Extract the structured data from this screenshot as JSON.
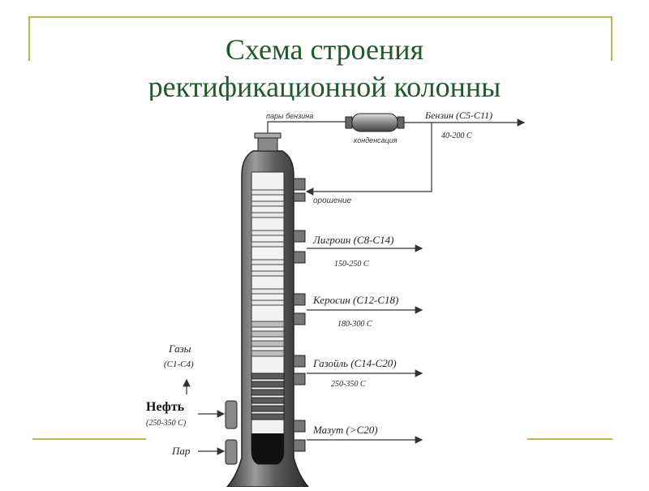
{
  "slide": {
    "title_line1": "Схема строения",
    "title_line2": "ректификационной колонны",
    "colors": {
      "title": "#1f5a2e",
      "frame": "#c8b04a",
      "arrow": "#333333"
    }
  },
  "diagram": {
    "top_line_label": "пары бензина",
    "condenser_label": "конденсация",
    "reflux_label": "орошение",
    "outputs": [
      {
        "name": "Бензин (C5-C11)",
        "temp": "40-200 C"
      },
      {
        "name": "Лигроин (C8-C14)",
        "temp": "150-250 C"
      },
      {
        "name": "Керосин (C12-C18)",
        "temp": "180-300 C"
      },
      {
        "name": "Газойль (C14-C20)",
        "temp": "250-350 C"
      },
      {
        "name": "Мазут (>C20)",
        "temp": ""
      }
    ],
    "gases": {
      "label": "Газы",
      "formula": "(C1-C4)"
    },
    "feed": {
      "label": "Нефть",
      "temp": "(250-350 C)"
    },
    "steam": {
      "label": "Пар"
    },
    "icons": [
      "condenser-icon",
      "distillation-column-icon",
      "arrow-icon"
    ]
  }
}
